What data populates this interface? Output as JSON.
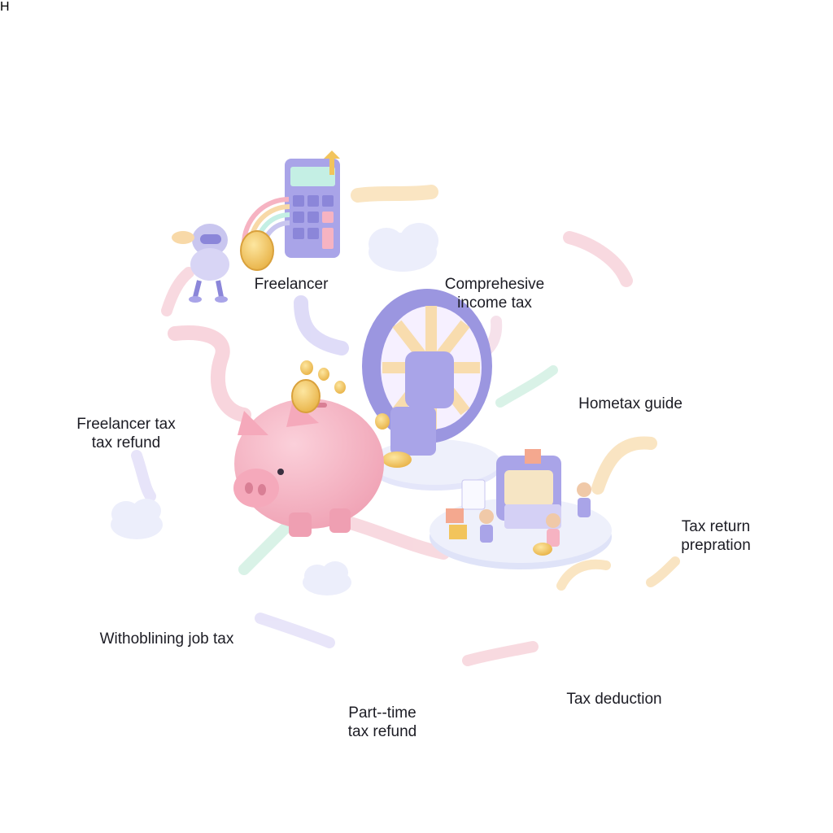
{
  "nodes": {
    "freelancer": {
      "label": "Freelancer"
    },
    "comprehensive": {
      "line1": "Comprehesive",
      "line2": "income tax"
    },
    "hometax": {
      "label": "Hometax guide"
    },
    "freelancer_refund": {
      "line1": "Freelancer tax",
      "line2": "tax refund"
    },
    "tax_return": {
      "line1": "Tax return",
      "line2": "prepration"
    },
    "withholding": {
      "label": "Withoblining job tax"
    },
    "parttime": {
      "line1": "Part--time",
      "line2": "tax refund"
    },
    "deduction": {
      "label": "Tax deduction"
    }
  },
  "icons": {
    "center": "piggy-bank-coin-wheel-icon",
    "freelancer": "robot-calculator-rainbow-icon",
    "comprehensive": "money-tree-icon",
    "hometax": "owl-house-magnifier-icon",
    "freelancer_refund": "question-cloud-coin-icon",
    "tax_return": "robot-house-icon",
    "withholding": "clock-hand-coins-icon",
    "parttime": "coin-plant-machine-icon",
    "deduction": "shield-hands-coins-icon",
    "workshop": "people-machine-workshop-icon"
  },
  "colors": {
    "lavender": "#a9a4e8",
    "lavender_dark": "#8b86d9",
    "pink": "#f6b3c2",
    "gold": "#f2c45c",
    "mint": "#8fd8d0",
    "peach": "#f8d9a8",
    "paper": "#eef0fb"
  }
}
